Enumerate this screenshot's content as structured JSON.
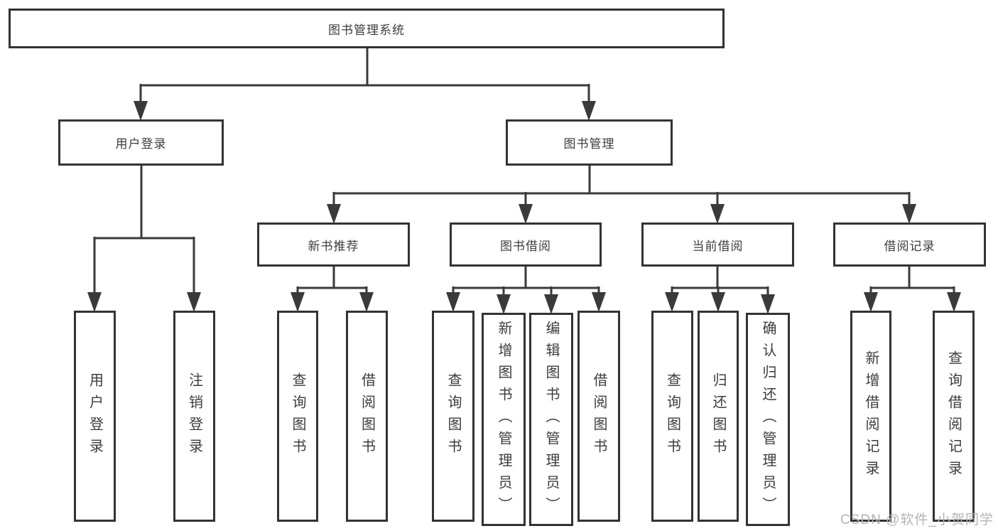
{
  "diagram": {
    "title": "图书管理系统",
    "type": "hierarchy-tree",
    "colors": {
      "border": "#333333",
      "line": "#3a3a3a",
      "text": "#3c3c3c",
      "background": "#ffffff",
      "watermark": "#b3b3b3"
    },
    "root": {
      "label": "图书管理系统"
    },
    "level2": [
      {
        "label": "用户登录"
      },
      {
        "label": "图书管理"
      }
    ],
    "level3": [
      {
        "label": "新书推荐",
        "parent": "图书管理"
      },
      {
        "label": "图书借阅",
        "parent": "图书管理"
      },
      {
        "label": "当前借阅",
        "parent": "图书管理"
      },
      {
        "label": "借阅记录",
        "parent": "图书管理"
      }
    ],
    "leaves": [
      {
        "label": "用户登录",
        "parent": "用户登录"
      },
      {
        "label": "注销登录",
        "parent": "用户登录"
      },
      {
        "label": "查询图书",
        "parent": "新书推荐"
      },
      {
        "label": "借阅图书",
        "parent": "新书推荐"
      },
      {
        "label": "查询图书",
        "parent": "图书借阅"
      },
      {
        "label": "新增图书（管理员）",
        "parent": "图书借阅"
      },
      {
        "label": "编辑图书（管理员）",
        "parent": "图书借阅"
      },
      {
        "label": "借阅图书",
        "parent": "图书借阅"
      },
      {
        "label": "查询图书",
        "parent": "当前借阅"
      },
      {
        "label": "归还图书",
        "parent": "当前借阅"
      },
      {
        "label": "确认归还（管理员）",
        "parent": "当前借阅"
      },
      {
        "label": "新增借阅记录",
        "parent": "借阅记录"
      },
      {
        "label": "查询借阅记录",
        "parent": "借阅记录"
      }
    ]
  },
  "watermark": {
    "text": "CSDN @软件_小贺同学"
  }
}
